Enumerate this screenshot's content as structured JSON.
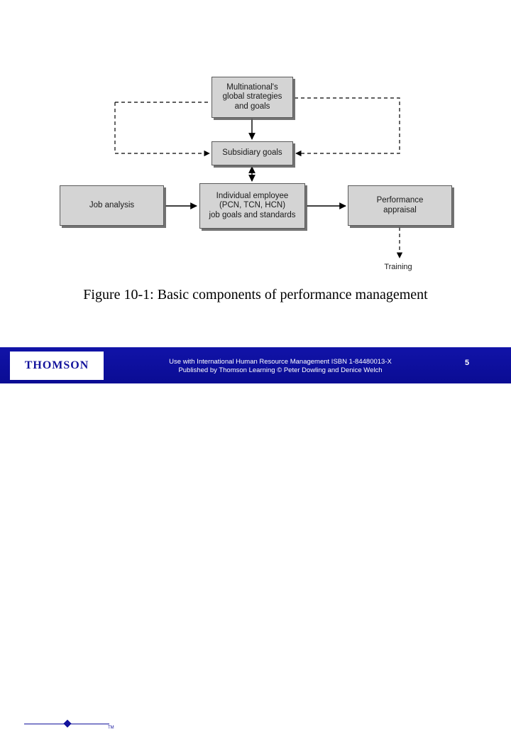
{
  "slide": {
    "caption": "Figure 10-1: Basic components of performance management"
  },
  "diagram": {
    "nodes": [
      {
        "id": "global",
        "label": "Multinational's\nglobal strategies\nand goals"
      },
      {
        "id": "subsidiary",
        "label": "Subsidiary goals"
      },
      {
        "id": "job",
        "label": "Job analysis"
      },
      {
        "id": "individual",
        "label": "Individual employee\n(PCN, TCN, HCN)\njob goals and standards"
      },
      {
        "id": "performance",
        "label": "Performance\nappraisal"
      }
    ],
    "labels": {
      "training": "Training"
    },
    "colors": {
      "node_fill": "#d4d4d4",
      "node_border": "#5a5a5a",
      "shadow": "#5a5a5a",
      "connector": "#000000"
    }
  },
  "footer": {
    "logo": "THOMSON",
    "logo_tm": "TM",
    "line1": "Use with International Human Resource Management   ISBN 1-84480013-X",
    "line2": "Published by Thomson Learning  © Peter Dowling and Denice Welch",
    "page_number": "5",
    "bar_color": "#0b0fa0"
  }
}
